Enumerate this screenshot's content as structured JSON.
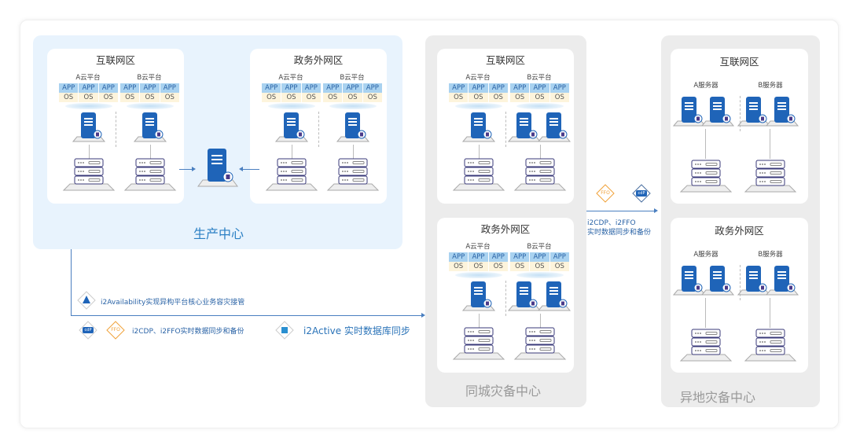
{
  "production_center": {
    "title": "生产中心",
    "zones": [
      {
        "title": "互联网区",
        "platforms": [
          {
            "label": "A云平台",
            "apps": [
              "APP",
              "APP",
              "APP"
            ],
            "os": [
              "OS",
              "OS",
              "OS"
            ]
          },
          {
            "label": "B云平台",
            "apps": [
              "APP",
              "APP",
              "APP"
            ],
            "os": [
              "OS",
              "OS",
              "OS"
            ]
          }
        ]
      },
      {
        "title": "政务外网区",
        "platforms": [
          {
            "label": "A云平台",
            "apps": [
              "APP",
              "APP",
              "APP"
            ],
            "os": [
              "OS",
              "OS",
              "OS"
            ]
          },
          {
            "label": "B云平台",
            "apps": [
              "APP",
              "APP",
              "APP"
            ],
            "os": [
              "OS",
              "OS",
              "OS"
            ]
          }
        ]
      }
    ]
  },
  "same_city_dr_center": {
    "title": "同城灾备中心",
    "zones": [
      {
        "title": "互联网区",
        "platforms": [
          {
            "label": "A云平台",
            "apps": [
              "APP",
              "APP",
              "APP"
            ],
            "os": [
              "OS",
              "OS",
              "OS"
            ]
          },
          {
            "label": "B云平台",
            "apps": [
              "APP",
              "APP",
              "APP"
            ],
            "os": [
              "OS",
              "OS",
              "OS"
            ]
          }
        ]
      },
      {
        "title": "政务外网区",
        "platforms": [
          {
            "label": "A云平台",
            "apps": [
              "APP",
              "APP",
              "APP"
            ],
            "os": [
              "OS",
              "OS",
              "OS"
            ]
          },
          {
            "label": "B云平台",
            "apps": [
              "APP",
              "APP",
              "APP"
            ],
            "os": [
              "OS",
              "OS",
              "OS"
            ]
          }
        ]
      }
    ]
  },
  "remote_dr_center": {
    "title": "异地灾备中心",
    "zones": [
      {
        "title": "互联网区",
        "servers": [
          "A服务器",
          "B服务器"
        ]
      },
      {
        "title": "政务外网区",
        "servers": [
          "A服务器",
          "B服务器"
        ]
      }
    ]
  },
  "links": {
    "availability": "i2Availability实现异构平台核心业务容灾接管",
    "cdp_ffo": "i2CDP、i2FFO实时数据同步和备份",
    "active": "i2Active 实时数据库同步",
    "remote_line1": "i2CDP、i2FFO",
    "remote_line2": "实时数据同步和备份"
  },
  "badges": {
    "ffo": "FFO",
    "cdp": "cdP"
  },
  "colors": {
    "accent": "#2a73b8",
    "server_blue": "#1f64b8",
    "ffo_orange": "#f0a23a",
    "prod_bg": "#e8f3fd",
    "dr_bg": "#ececec"
  }
}
